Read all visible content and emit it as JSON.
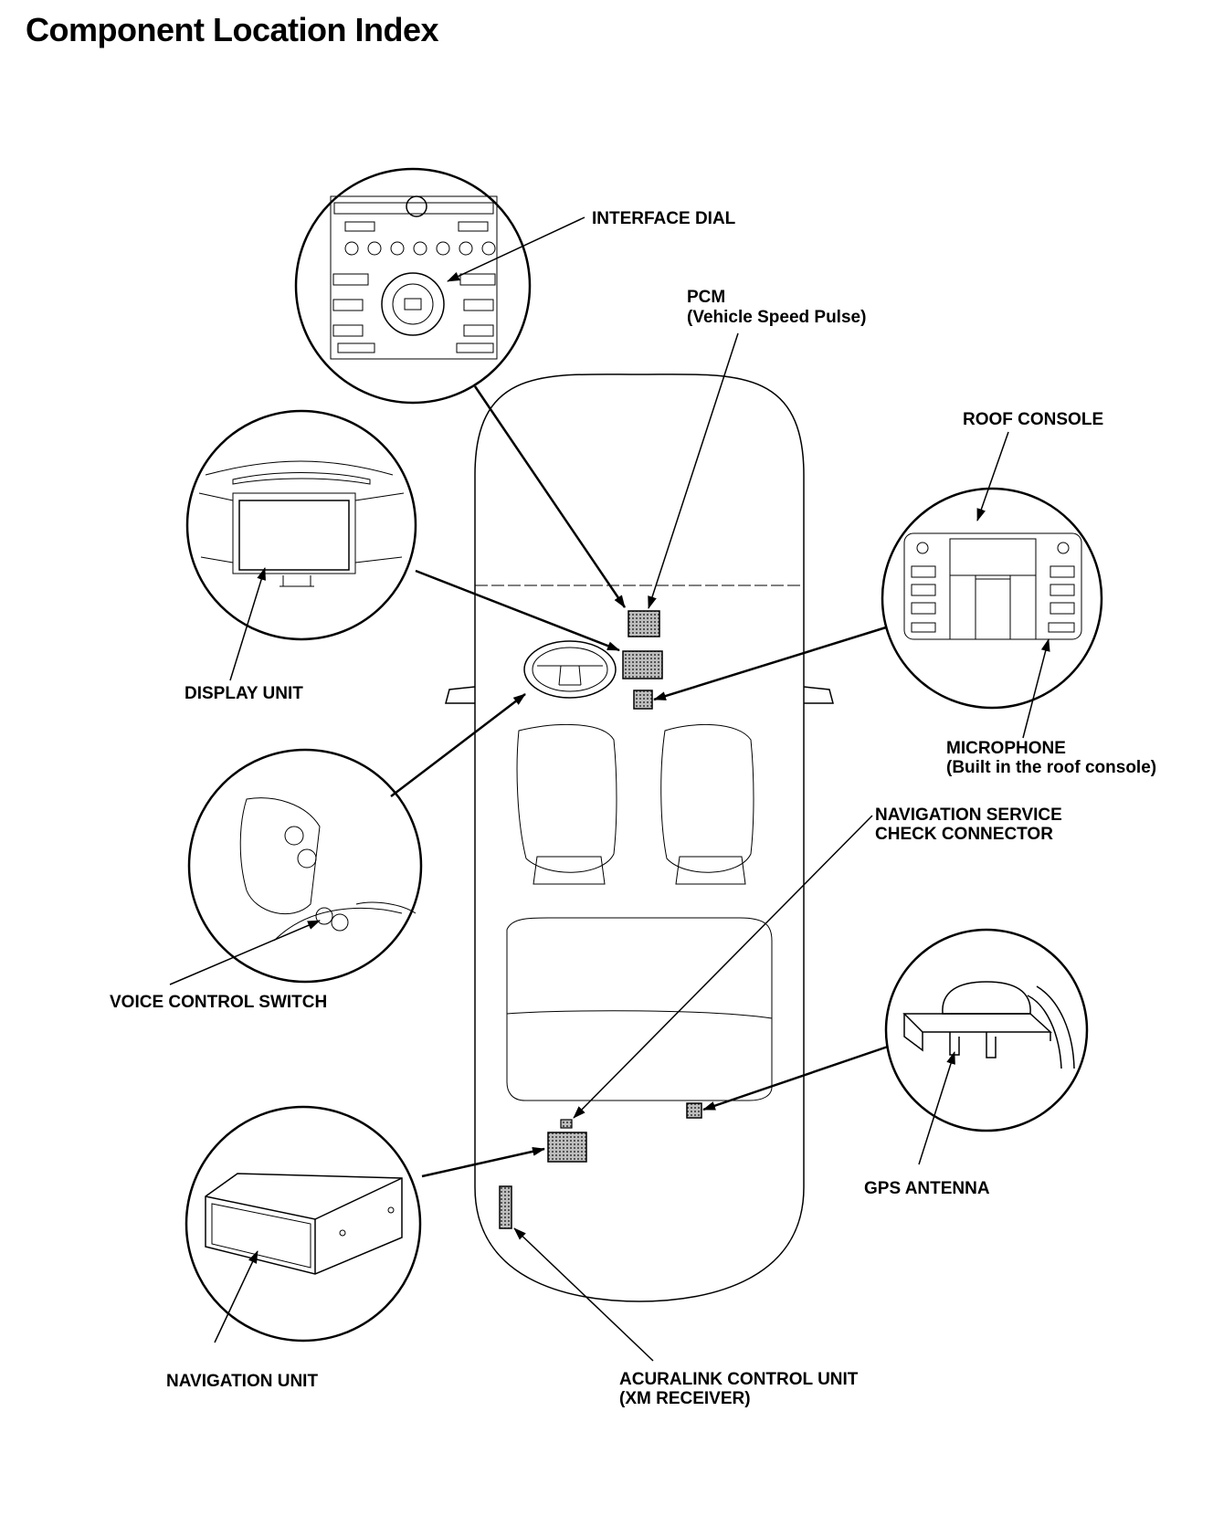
{
  "title": "Component Location Index",
  "labels": {
    "interface_dial": "INTERFACE DIAL",
    "pcm_line1": "PCM",
    "pcm_line2": "(Vehicle Speed Pulse)",
    "roof_console": "ROOF CONSOLE",
    "display_unit": "DISPLAY UNIT",
    "microphone_line1": "MICROPHONE",
    "microphone_line2": "(Built in the roof console)",
    "nav_service_line1": "NAVIGATION SERVICE",
    "nav_service_line2": "CHECK CONNECTOR",
    "voice_control_switch": "VOICE CONTROL SWITCH",
    "gps_antenna": "GPS ANTENNA",
    "navigation_unit": "NAVIGATION UNIT",
    "acuralink_line1": "ACURALINK CONTROL UNIT",
    "acuralink_line2": "(XM RECEIVER)"
  },
  "colors": {
    "ink": "#000000",
    "component_fill": "#9a9a9a",
    "background": "#ffffff"
  }
}
